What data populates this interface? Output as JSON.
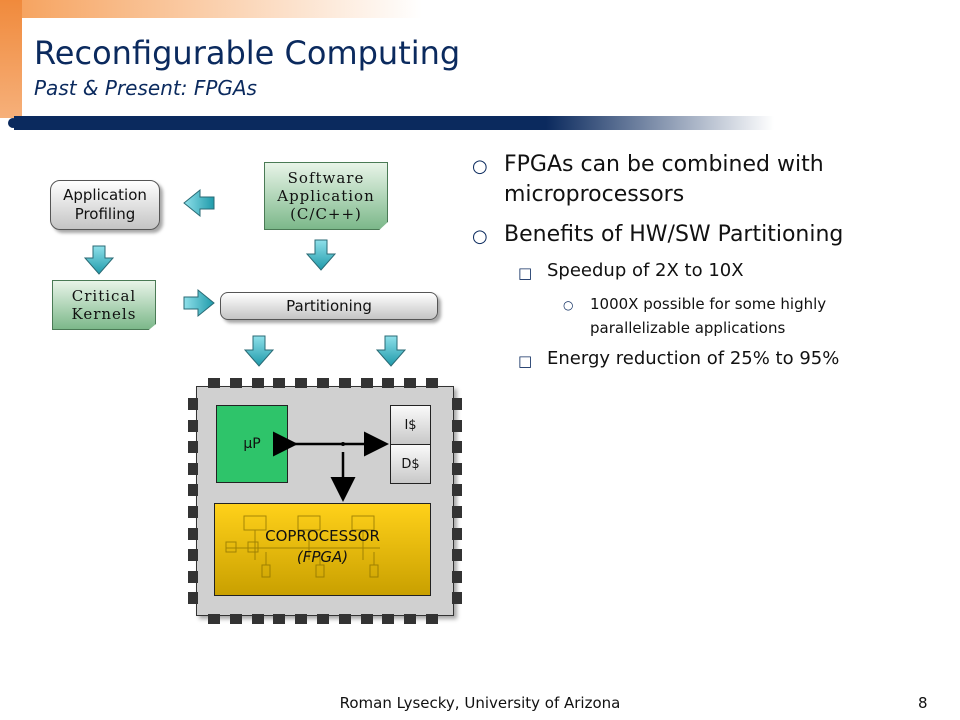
{
  "slide": {
    "title": "Reconfigurable Computing",
    "subtitle": "Past & Present: FPGAs",
    "footer": "Roman Lysecky, University of Arizona",
    "page_number": "8"
  },
  "diagram": {
    "application_profiling": [
      "Application",
      "Profiling"
    ],
    "software_application": [
      "Software",
      "Application",
      "(C/C++)"
    ],
    "critical_kernels": [
      "Critical",
      "Kernels"
    ],
    "partitioning": "Partitioning",
    "microprocessor": "µP",
    "icache": "I$",
    "dcache": "D$",
    "coprocessor": "COPROCESSOR",
    "coprocessor_sub": "(FPGA)"
  },
  "bullets": [
    {
      "level": 1,
      "lines": [
        "FPGAs can be combined with",
        "microprocessors"
      ]
    },
    {
      "level": 1,
      "lines": [
        "Benefits of HW/SW Partitioning"
      ]
    },
    {
      "level": 2,
      "lines": [
        "Speedup of 2X to 10X"
      ]
    },
    {
      "level": 3,
      "lines": [
        "1000X possible for some highly",
        "parallelizable applications"
      ]
    },
    {
      "level": 2,
      "lines": [
        "Energy reduction of 25% to 95%"
      ]
    }
  ],
  "colors": {
    "title": "#0b2a5e",
    "accent_orange": "#f08a3c",
    "arrow_fill": "#3fb9c8",
    "doc_green": "#7cb88a",
    "microprocessor_green": "#2ec46a",
    "fpga_yellow": "#ffd11a"
  },
  "icons": {
    "bullet_l1": "hollow-circle-icon",
    "bullet_l2": "hollow-square-icon",
    "bullet_l3": "small-circle-icon",
    "flow_arrow": "block-arrow-icon"
  }
}
